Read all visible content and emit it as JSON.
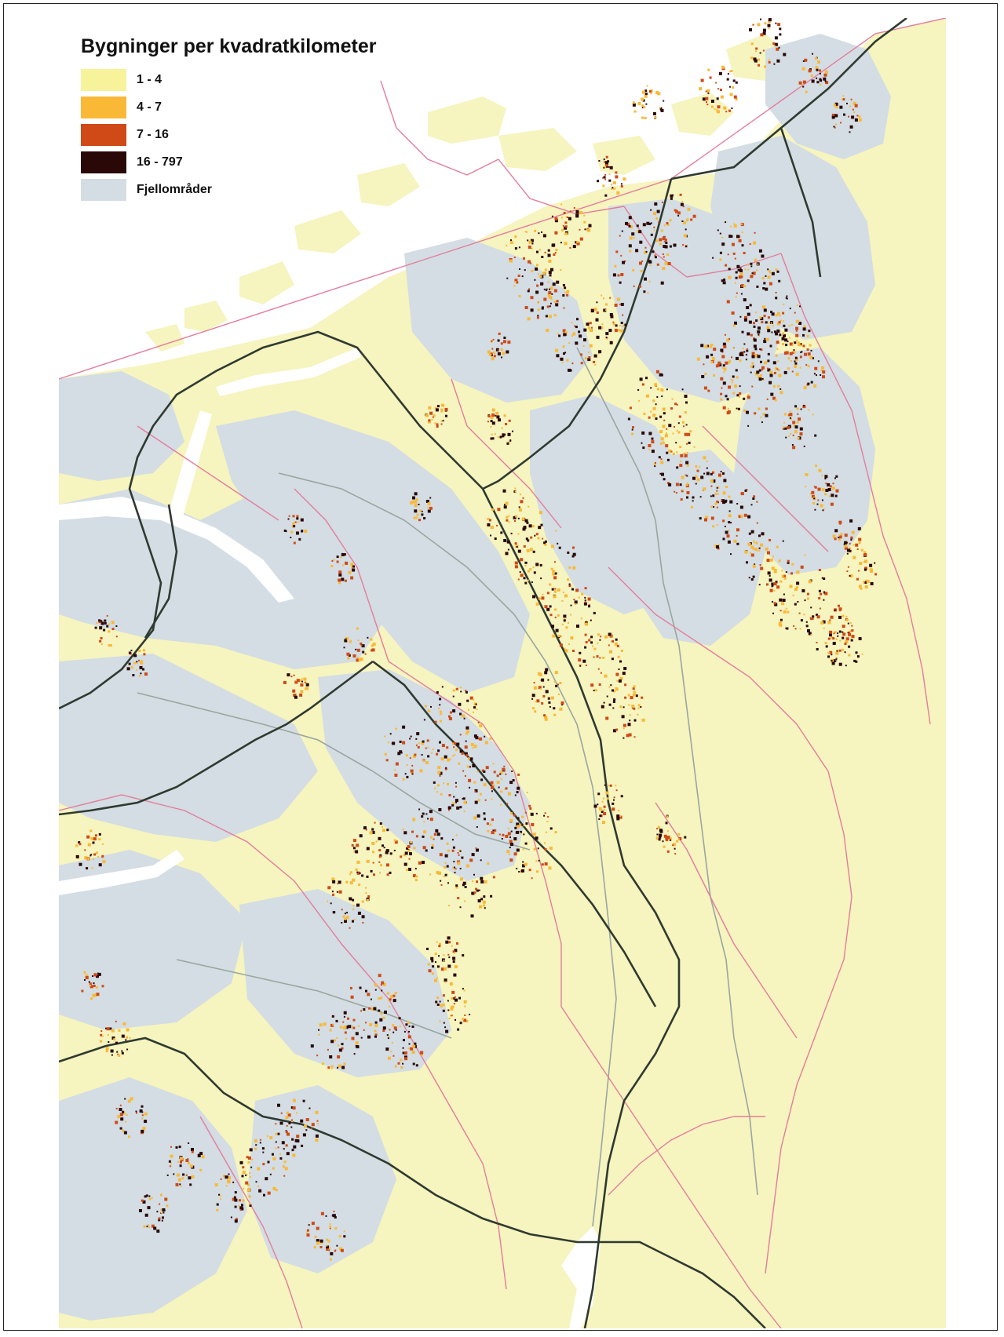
{
  "legend": {
    "title": "Bygninger per kvadratkilometer",
    "items": [
      {
        "label": "1 - 4",
        "color": "#f6f39b"
      },
      {
        "label": "4 - 7",
        "color": "#f9b937"
      },
      {
        "label": "7 - 16",
        "color": "#cf4a16"
      },
      {
        "label": "16 - 797",
        "color": "#2a0808"
      },
      {
        "label": "Fjellområder",
        "color": "#d3dde3"
      }
    ]
  },
  "colors": {
    "lowland": "#f6f4bf",
    "mountain": "#d3dde3",
    "sea": "#ffffff",
    "municipal_border": "#e37d9c",
    "county_border": "#2f3a30",
    "river": "#9aa6a0",
    "density_low": "#f9b937",
    "density_mid": "#cf4a16",
    "density_high": "#2a0808"
  }
}
